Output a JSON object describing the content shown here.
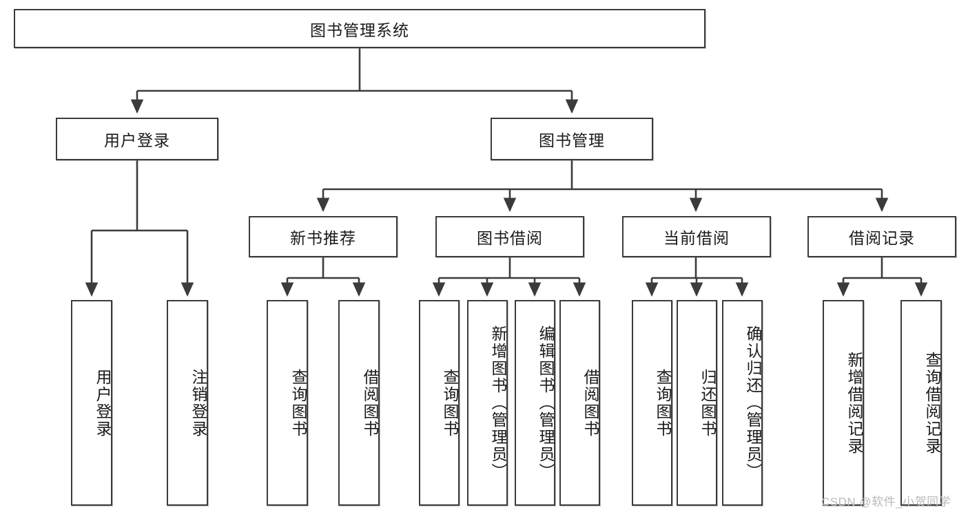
{
  "diagram": {
    "title": "图书管理系统",
    "type": "tree-hierarchy-chart",
    "root": {
      "id": "root",
      "label": "图书管理系统"
    },
    "level2": [
      {
        "id": "user-login",
        "label": "用户登录"
      },
      {
        "id": "book-manage",
        "label": "图书管理"
      }
    ],
    "level3": [
      {
        "id": "new-book-rec",
        "label": "新书推荐"
      },
      {
        "id": "book-borrow",
        "label": "图书借阅"
      },
      {
        "id": "current-borrow",
        "label": "当前借阅"
      },
      {
        "id": "borrow-record",
        "label": "借阅记录"
      }
    ],
    "leaves": [
      {
        "id": "leaf-user-login",
        "label": "用户登录",
        "parent": "user-login"
      },
      {
        "id": "leaf-user-logout",
        "label": "注销登录",
        "parent": "user-login"
      },
      {
        "id": "leaf-query-book-1",
        "label": "查询图书",
        "parent": "new-book-rec"
      },
      {
        "id": "leaf-borrow-book-1",
        "label": "借阅图书",
        "parent": "new-book-rec"
      },
      {
        "id": "leaf-query-book-2",
        "label": "查询图书",
        "parent": "book-borrow"
      },
      {
        "id": "leaf-add-book",
        "label": "新增图书（管理员）",
        "parent": "book-borrow"
      },
      {
        "id": "leaf-edit-book",
        "label": "编辑图书（管理员）",
        "parent": "book-borrow"
      },
      {
        "id": "leaf-borrow-book-2",
        "label": "借阅图书",
        "parent": "book-borrow"
      },
      {
        "id": "leaf-query-book-3",
        "label": "查询图书",
        "parent": "current-borrow"
      },
      {
        "id": "leaf-return-book",
        "label": "归还图书",
        "parent": "current-borrow"
      },
      {
        "id": "leaf-confirm-return",
        "label": "确认归还（管理员）",
        "parent": "current-borrow"
      },
      {
        "id": "leaf-add-record",
        "label": "新增借阅记录",
        "parent": "borrow-record"
      },
      {
        "id": "leaf-query-record",
        "label": "查询借阅记录",
        "parent": "borrow-record"
      }
    ],
    "colors": {
      "stroke": "#3b3b3b",
      "fill": "#ffffff",
      "text": "#1a1a1a",
      "watermark": "#b9b9b9"
    }
  },
  "watermark": {
    "text": "CSDN @软件_小贺同学"
  }
}
